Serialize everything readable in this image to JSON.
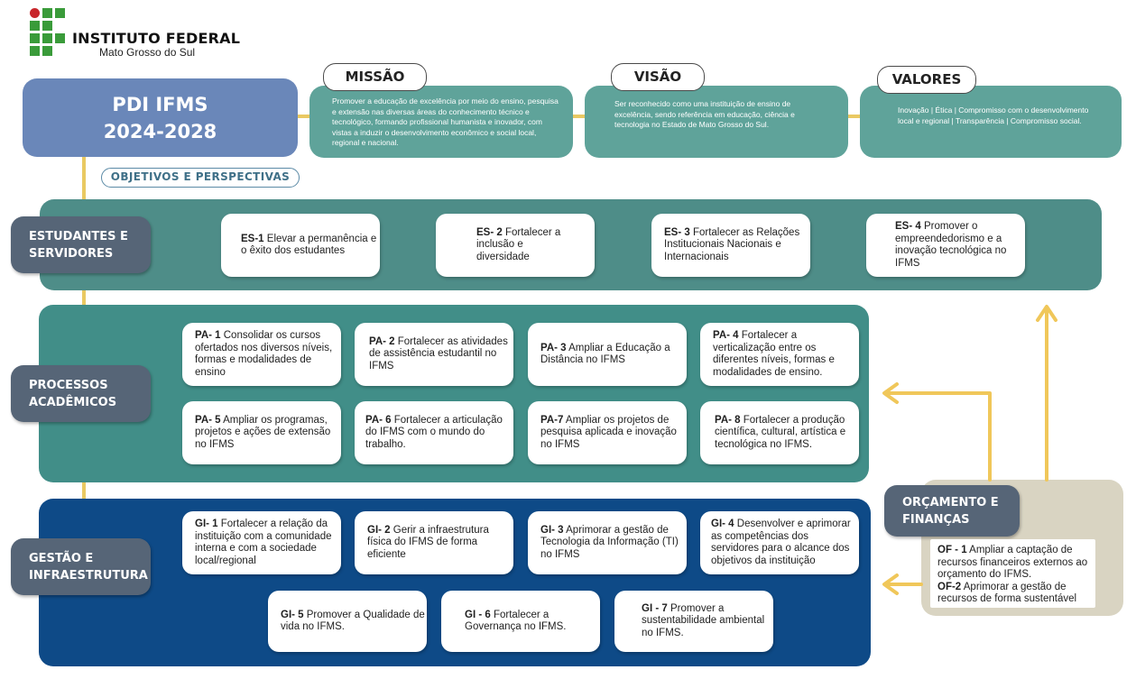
{
  "logo": {
    "title": "INSTITUTO FEDERAL",
    "subtitle": "Mato Grosso do Sul",
    "colors": {
      "green": "#3a9b3a",
      "red": "#c8262b"
    }
  },
  "pdi": {
    "line1": "PDI IFMS",
    "line2": "2024-2028"
  },
  "missao": {
    "title": "MISSÃO",
    "text": "Promover a educação de excelência por meio do ensino, pesquisa e extensão nas diversas áreas do conhecimento técnico e tecnológico, formando profissional humanista e inovador, com vistas a induzir o desenvolvimento econômico e social local, regional e nacional."
  },
  "visao": {
    "title": "VISÃO",
    "text": "Ser reconhecido como uma instituição de ensino de excelência, sendo referência em educação, ciência e tecnologia no Estado de Mato Grosso do Sul."
  },
  "valores": {
    "title": "VALORES",
    "text": "Inovação | Ética | Compromisso com o desenvolvimento local e regional | Transparência | Compromisso social."
  },
  "objetivos_label": "OBJETIVOS E PERSPECTIVAS",
  "perspectives": {
    "es": {
      "label": "ESTUDANTES E SERVIDORES",
      "items": [
        {
          "code": "ES-1",
          "text": " Elevar a permanência e o êxito dos estudantes"
        },
        {
          "code": "ES- 2",
          "text": " Fortalecer a inclusão e diversidade"
        },
        {
          "code": "ES- 3",
          "text": " Fortalecer as Relações Institucionais Nacionais e Internacionais"
        },
        {
          "code": "ES- 4",
          "text": " Promover o empreendedorismo e a inovação tecnológica no IFMS"
        }
      ]
    },
    "pa": {
      "label": "PROCESSOS ACADÊMICOS",
      "items": [
        {
          "code": "PA- 1",
          "text": " Consolidar os cursos ofertados nos diversos níveis, formas e modalidades de ensino"
        },
        {
          "code": "PA- 2",
          "text": " Fortalecer as atividades de assistência estudantil no IFMS"
        },
        {
          "code": "PA- 3",
          "text": " Ampliar a Educação a Distância no IFMS"
        },
        {
          "code": "PA- 4",
          "text": " Fortalecer a verticalização entre os diferentes níveis, formas e modalidades de ensino."
        },
        {
          "code": "PA- 5",
          "text": " Ampliar os programas, projetos e ações de extensão no IFMS"
        },
        {
          "code": "PA- 6",
          "text": " Fortalecer a articulação do IFMS com o mundo do trabalho."
        },
        {
          "code": "PA-7",
          "text": " Ampliar os projetos de pesquisa aplicada e inovação no IFMS"
        },
        {
          "code": "PA- 8",
          "text": " Fortalecer a produção científica, cultural, artística e tecnológica no IFMS."
        }
      ]
    },
    "gi": {
      "label": "GESTÃO E INFRAESTRUTURA",
      "items": [
        {
          "code": "GI- 1",
          "text": " Fortalecer a relação da instituição com a comunidade interna e com a sociedade local/regional"
        },
        {
          "code": "GI- 2",
          "text": " Gerir a infraestrutura física do IFMS de forma eficiente"
        },
        {
          "code": "GI- 3",
          "text": " Aprimorar a gestão de Tecnologia da Informação (TI) no IFMS"
        },
        {
          "code": "GI- 4",
          "text": " Desenvolver e aprimorar as competências dos servidores para o alcance dos objetivos da instituição"
        },
        {
          "code": "GI- 5",
          "text": " Promover a Qualidade de vida no IFMS."
        },
        {
          "code": "GI - 6",
          "text": " Fortalecer a Governança no IFMS."
        },
        {
          "code": "GI - 7",
          "text": " Promover a sustentabilidade ambiental no IFMS."
        }
      ]
    },
    "of": {
      "label": "ORÇAMENTO E FINANÇAS",
      "items": [
        {
          "code": "OF - 1",
          "text": " Ampliar a captação de recursos financeiros externos ao orçamento do IFMS."
        },
        {
          "code": "OF-2",
          "text": " Aprimorar a gestão de recursos de forma sustentável"
        }
      ]
    }
  },
  "colors": {
    "pdi": "#6a87b9",
    "mvv": "#5fa39a",
    "es_band": "#4e8d88",
    "pa_band": "#418e88",
    "gi_band": "#0e4a87",
    "of_band": "#d9d4c2",
    "label": "#566577",
    "connector": "#e9c962",
    "arrow": "#f0c75a"
  }
}
